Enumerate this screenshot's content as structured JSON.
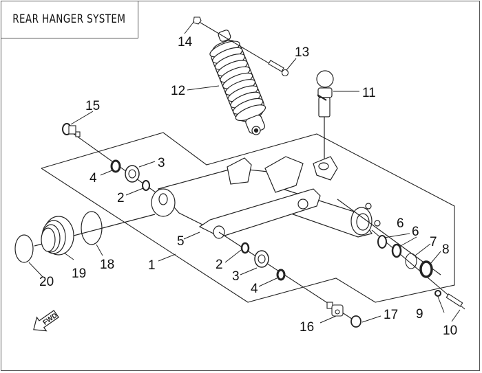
{
  "title": "REAR HANGER SYSTEM",
  "direction_indicator": {
    "label": "FWD",
    "icon": "forward-arrow-icon"
  },
  "callouts": [
    {
      "id": "1",
      "part": "swing-arm-assembly"
    },
    {
      "id": "2",
      "part": "o-ring-upper"
    },
    {
      "id": "3",
      "part": "bearing-upper"
    },
    {
      "id": "4",
      "part": "seal-upper"
    },
    {
      "id": "2",
      "part": "o-ring-lower"
    },
    {
      "id": "3",
      "part": "bearing-lower"
    },
    {
      "id": "4",
      "part": "seal-lower"
    },
    {
      "id": "5",
      "part": "pivot-tube"
    },
    {
      "id": "6",
      "part": "bearing-a"
    },
    {
      "id": "6",
      "part": "bearing-b"
    },
    {
      "id": "7",
      "part": "circlip"
    },
    {
      "id": "8",
      "part": "oil-seal"
    },
    {
      "id": "9",
      "part": "washer"
    },
    {
      "id": "10",
      "part": "bolt"
    },
    {
      "id": "11",
      "part": "tow-ball"
    },
    {
      "id": "12",
      "part": "rear-shock-absorber"
    },
    {
      "id": "13",
      "part": "shock-bolt"
    },
    {
      "id": "14",
      "part": "shock-nut"
    },
    {
      "id": "15",
      "part": "pivot-shaft-left"
    },
    {
      "id": "16",
      "part": "pivot-shaft-right"
    },
    {
      "id": "17",
      "part": "castle-nut"
    },
    {
      "id": "18",
      "part": "boot-clamp-large"
    },
    {
      "id": "19",
      "part": "rubber-boot"
    },
    {
      "id": "20",
      "part": "boot-clamp-small"
    }
  ]
}
